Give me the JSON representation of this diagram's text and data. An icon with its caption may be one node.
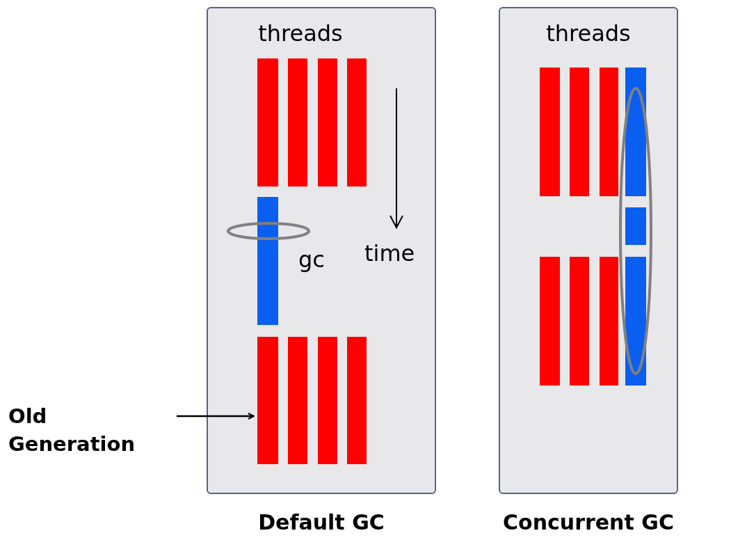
{
  "diagram": {
    "nodes": [
      {
        "text": [
          "threads",
          "Default GC"
        ]
      },
      {
        "text": [],
        "shape": "bar",
        "in": 0
      },
      {
        "text": [
          "threads",
          "Concurrent GC"
        ]
      },
      {
        "text": [
          "Old Generation"
        ]
      }
    ],
    "edges": [
      {
        "from": 3,
        "to": 1,
        "arrow": "to"
      }
    ],
    "labels": [
      "gc",
      "time"
    ]
  }
}
